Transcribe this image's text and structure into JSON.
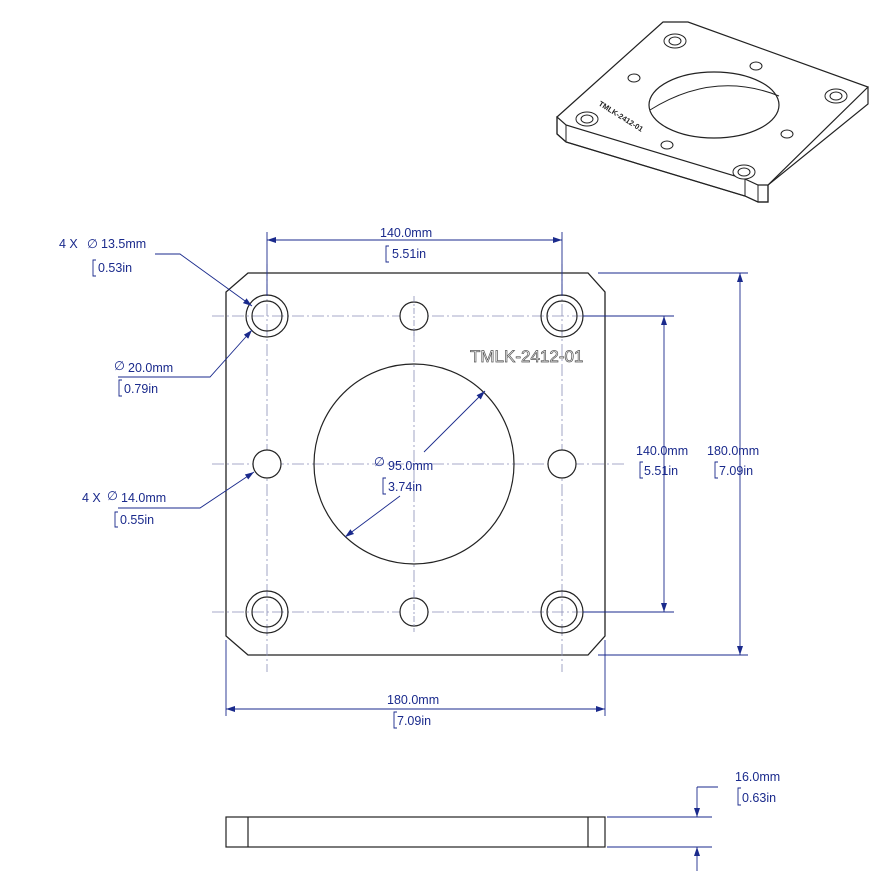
{
  "part_number": "TMLK-2412-01",
  "dimensions": {
    "top_width": {
      "mm": "140.0mm",
      "in": "5.51in"
    },
    "counterbore_holes": {
      "qty": "4 X",
      "symbol": "∅",
      "mm": "13.5mm",
      "in": "0.53in"
    },
    "counterbore_diameter": {
      "symbol": "∅",
      "mm": "20.0mm",
      "in": "0.79in"
    },
    "through_holes": {
      "qty": "4 X",
      "symbol": "∅",
      "mm": "14.0mm",
      "in": "0.55in"
    },
    "center_bore": {
      "symbol": "∅",
      "mm": "95.0mm",
      "in": "3.74in"
    },
    "hole_spacing_vertical": {
      "mm": "140.0mm",
      "in": "5.51in"
    },
    "overall_height": {
      "mm": "180.0mm",
      "in": "7.09in"
    },
    "overall_width": {
      "mm": "180.0mm",
      "in": "7.09in"
    },
    "thickness": {
      "mm": "16.0mm",
      "in": "0.63in"
    }
  },
  "colors": {
    "dimension": "#1a2a8c",
    "outline": "#222222",
    "centerline": "#8a8fb8",
    "background": "#ffffff"
  }
}
